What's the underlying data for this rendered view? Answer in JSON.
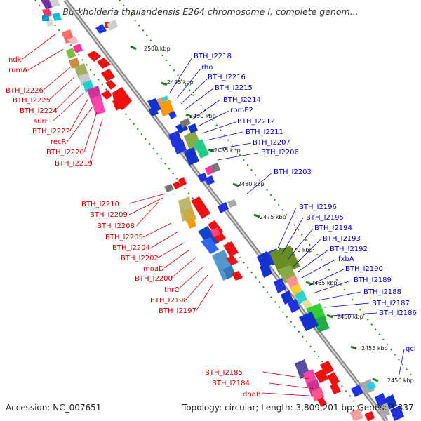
{
  "header": {
    "title": "Burkholderia thailandensis E264 chromosome I, complete genom..."
  },
  "footer": {
    "accession": "Accession: NC_007651",
    "summary": "Topology: circular; Length: 3,809,201 bp; Genes: 3,337"
  },
  "scale_labels": [
    "2500 kbp",
    "2495 kbp",
    "2490 kbp",
    "2485 kbp",
    "2480 kbp",
    "2475 kbp",
    "2470 kbp",
    "2465 kbp",
    "2460 kbp",
    "2455 kbp",
    "2450 kbp"
  ],
  "left_labels": [
    "ndk",
    "rumA",
    "BTH_I2226",
    "BTH_I2225",
    "BTH_I2224",
    "surE",
    "BTH_I2222",
    "recR",
    "BTH_I2220",
    "BTH_I2219",
    "BTH_I2210",
    "BTH_I2209",
    "BTH_I2208",
    "BTH_I2205",
    "BTH_I2204",
    "BTH_I2202",
    "moaD",
    "BTH_I2200",
    "thrC",
    "BTH_I2198",
    "BTH_I2197",
    "BTH_I2185",
    "BTH_I2184",
    "dnaB"
  ],
  "right_labels": [
    "BTH_I2218",
    "rho",
    "BTH_I2216",
    "BTH_I2215",
    "BTH_I2214",
    "rpmE2",
    "BTH_I2212",
    "BTH_I2211",
    "BTH_I2207",
    "BTH_I2206",
    "BTH_I2203",
    "BTH_I2196",
    "BTH_I2195",
    "BTH_I2194",
    "BTH_I2193",
    "BTH_I2192",
    "fxbA",
    "BTH_I2190",
    "BTH_I2189",
    "BTH_I2188",
    "BTH_I2187",
    "BTH_I2186",
    "gcl"
  ],
  "colors": {
    "reverse_strand_label": "#cc0000",
    "forward_strand_label": "#0000cc",
    "backbone": "#888888",
    "ring_dots": "#228822",
    "ticks": "#1a7a1a"
  }
}
